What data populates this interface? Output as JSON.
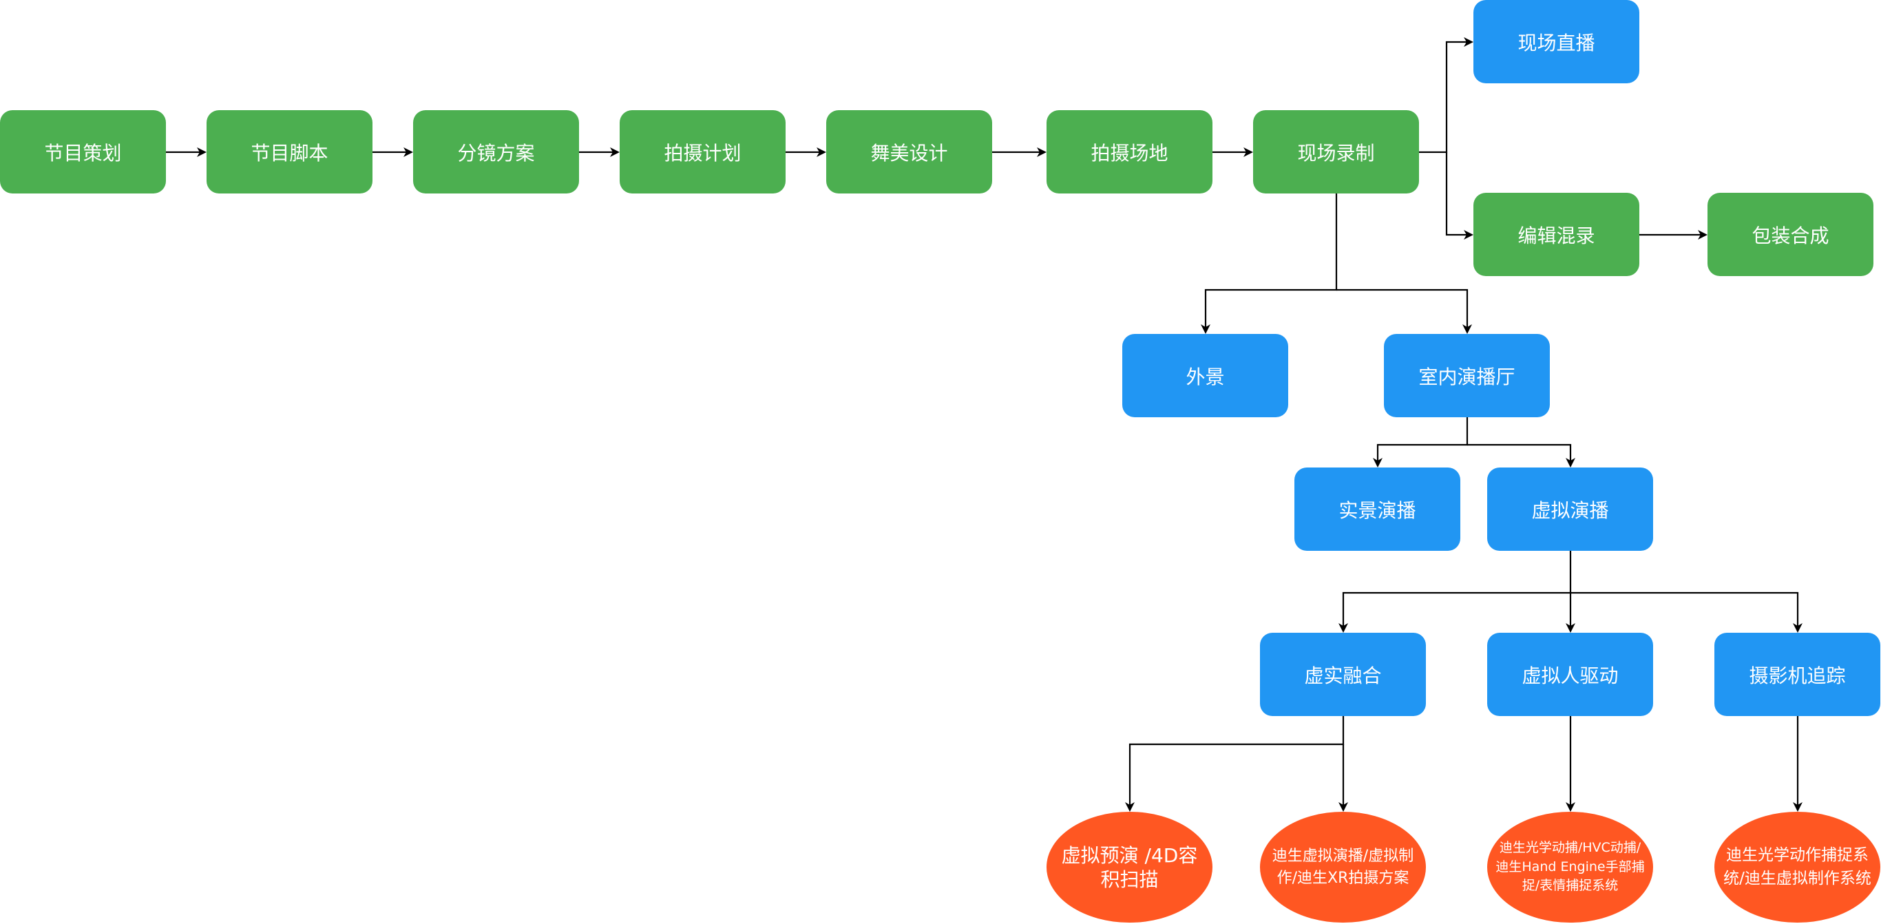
{
  "workflow": {
    "steps": [
      "节目策划",
      "节目脚本",
      "分镜方案",
      "拍摄计划",
      "舞美设计",
      "拍摄场地",
      "现场录制"
    ]
  },
  "output": {
    "live_broadcast": "现场直播",
    "edit_mix": "编辑混录",
    "package_compose": "包装合成"
  },
  "venue": {
    "outdoor": "外景",
    "indoor_studio": "室内演播厅"
  },
  "broadcast": {
    "real_scene": "实景演播",
    "virtual": "虚拟演播"
  },
  "virtual": {
    "mixed_reality": "虚实融合",
    "avatar_driving": "虚拟人驱动",
    "camera_tracking": "摄影机追踪"
  },
  "solutions": {
    "previz": "虚拟预演 /4D容积扫描",
    "xr": "迪生虚拟演播/虚拟制作/迪生XR拍摄方案",
    "mocap": "迪生光学动捕/HVC动捕/迪生Hand Engine手部捕捉/表情捕捉系统",
    "camera": "迪生光学动作捕捉系统/迪生虚拟制作系统"
  },
  "colors": {
    "workflow": "#4caf50",
    "branch": "#2196f3",
    "solution": "#ff5722",
    "connector": "#000000"
  }
}
